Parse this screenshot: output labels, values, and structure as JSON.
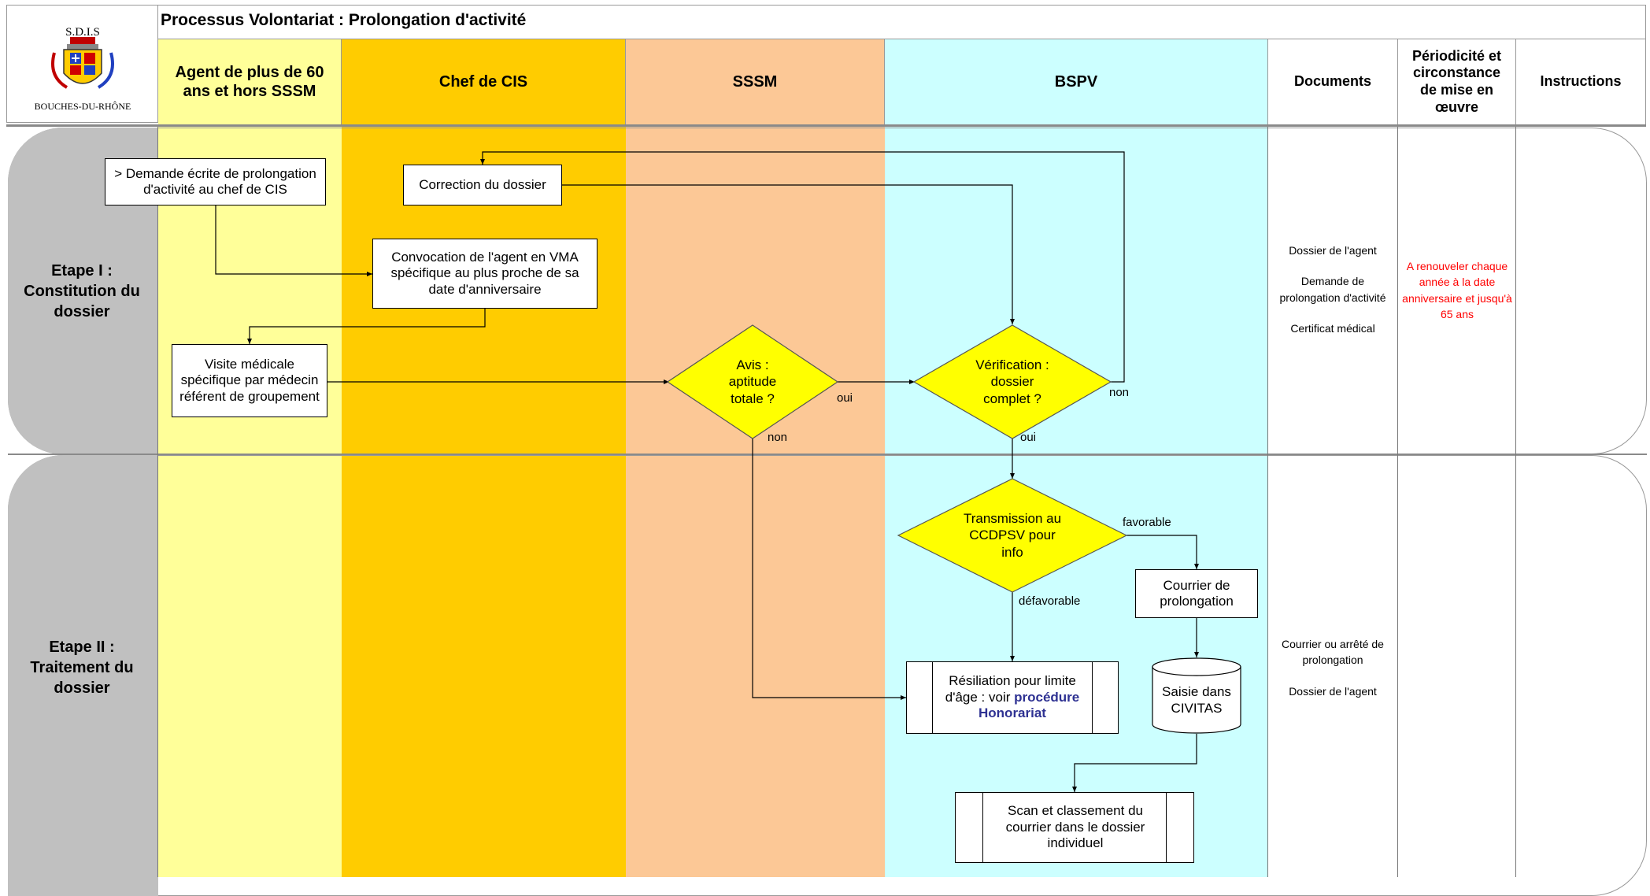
{
  "title": "Processus Volontariat : Prolongation d'activité",
  "logo": {
    "top_text": "S.D.I.S",
    "bottom_text": "BOUCHES-DU-RHÔNE"
  },
  "columns": {
    "agent": "Agent de plus de 60 ans et hors SSSM",
    "chef": "Chef de CIS",
    "sssm": "SSSM",
    "bspv": "BSPV",
    "documents": "Documents",
    "periodicite": "Périodicité et circonstance de mise en œuvre",
    "instructions": "Instructions"
  },
  "colors": {
    "agent_lane": "#ffff99",
    "chef_lane": "#ffcc00",
    "sssm_lane": "#fcc896",
    "bspv_lane": "#ccffff",
    "stage_band": "#c0c0c0",
    "decision": "#ffff00",
    "note_red": "#ff0000",
    "link_blue": "#2e3192"
  },
  "stages": {
    "stage1": "Etape I :\nConstitution du dossier",
    "stage2": "Etape II :\nTraitement du dossier"
  },
  "nodes": {
    "demande": "> Demande écrite de prolongation d'activité au chef de CIS",
    "correction": "Correction du dossier",
    "convocation": "Convocation de l'agent en VMA spécifique au plus proche de sa date d'anniversaire",
    "visite": "Visite médicale spécifique par médecin référent de groupement",
    "avis": "Avis :\naptitude\ntotale ?",
    "verification": "Vérification :\ndossier\ncomplet ?",
    "transmission": "Transmission au\nCCDPSV pour\ninfo",
    "courrier": "Courrier de prolongation",
    "resiliation_prefix": "Résiliation pour limite d'âge : voir ",
    "resiliation_link": "procédure Honorariat",
    "saisie": "Saisie dans\nCIVITAS",
    "scan": "Scan et classement du courrier dans le dossier individuel"
  },
  "edge_labels": {
    "avis_oui": "oui",
    "avis_non": "non",
    "verif_non": "non",
    "verif_oui": "oui",
    "favorable": "favorable",
    "defavorable": "défavorable"
  },
  "documents": {
    "stage1": [
      "Dossier de l'agent",
      "Demande de prolongation d'activité",
      "Certificat médical"
    ],
    "stage2": [
      "Courrier ou arrêté de prolongation",
      "Dossier de l'agent"
    ]
  },
  "periodicite": {
    "stage1": "A renouveler chaque année à la date anniversaire et jusqu'à 65 ans"
  }
}
